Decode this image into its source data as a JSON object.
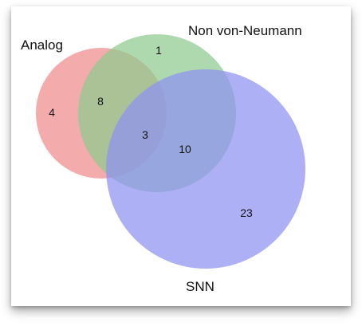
{
  "venn": {
    "sets": [
      {
        "key": "analog",
        "label": "Analog",
        "color": "#f08a8a"
      },
      {
        "key": "nvn",
        "label": "Non von-Neumann",
        "color": "#8fcb8f"
      },
      {
        "key": "snn",
        "label": "SNN",
        "color": "#8f92f2"
      }
    ],
    "regions": {
      "analog_only": "4",
      "nvn_only": "1",
      "snn_only": "23",
      "analog_nvn": "8",
      "nvn_snn": "10",
      "all_three": "3"
    }
  }
}
